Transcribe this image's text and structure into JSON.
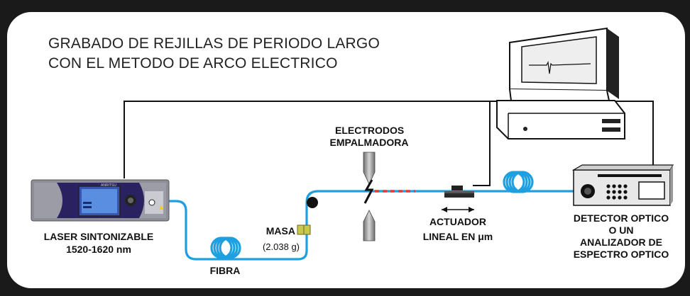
{
  "title": {
    "line1": "GRABADO DE REJILLAS DE PERIODO LARGO",
    "line2": "CON EL METODO DE  ARCO ELECTRICO"
  },
  "labels": {
    "electrodos": "ELECTRODOS",
    "empalmadora": "EMPALMADORA",
    "laser_line1": "LASER SINTONIZABLE",
    "laser_line2": "1520-1620 nm",
    "fibra": "FIBRA",
    "masa": "MASA",
    "masa_value": "(2.038 g)",
    "actuador_line1": "ACTUADOR",
    "actuador_line2": "LINEAL EN  μm",
    "detector_line1": "DETECTOR OPTICO",
    "detector_line2": "O UN",
    "detector_line3": "ANALIZADOR DE",
    "detector_line4": "ESPECTRO OPTICO"
  },
  "colors": {
    "fiber": "#1ea0e0",
    "wire": "#111111",
    "arc_dots": "#e8383c",
    "mass": "#b8b832",
    "background": "#1a1a1a"
  }
}
